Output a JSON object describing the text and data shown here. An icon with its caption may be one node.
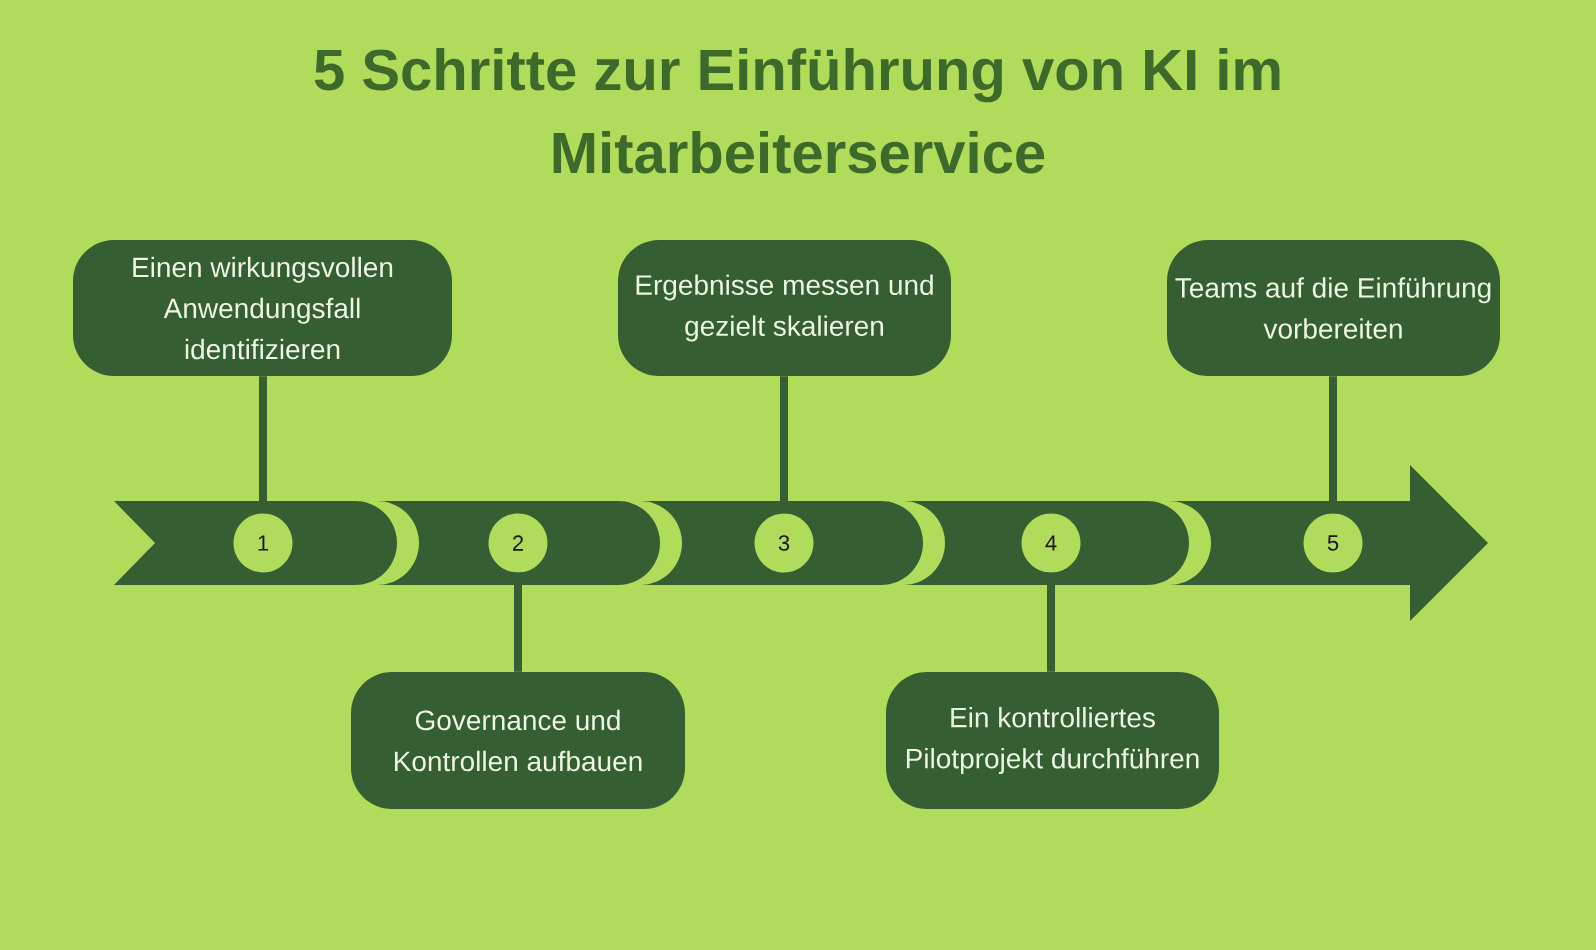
{
  "diagram": {
    "title": "5 Schritte zur Einführung von KI im Mitarbeiterservice",
    "nodes": [
      {
        "text": [
          "Einen wirkungsvollen Anwendungsfall identifizieren"
        ]
      },
      {
        "text": [
          "Governance und Kontrollen aufbauen"
        ]
      },
      {
        "text": [
          "Ergebnisse messen und gezielt skalieren"
        ]
      },
      {
        "text": [
          "Ein kontrolliertes Pilotprojekt durchführen"
        ]
      },
      {
        "text": [
          "Teams auf die Einführung vorbereiten"
        ]
      },
      {
        "text": [
          "1"
        ]
      },
      {
        "text": [
          "2"
        ]
      },
      {
        "text": [
          "3"
        ]
      },
      {
        "text": [
          "4"
        ]
      },
      {
        "text": [
          "5"
        ]
      }
    ],
    "edges": [
      {
        "from": 0,
        "to": 5,
        "arrow": "none"
      },
      {
        "from": 1,
        "to": 6,
        "arrow": "none"
      },
      {
        "from": 2,
        "to": 7,
        "arrow": "none"
      },
      {
        "from": 3,
        "to": 8,
        "arrow": "none"
      },
      {
        "from": 4,
        "to": 9,
        "arrow": "none"
      }
    ]
  }
}
